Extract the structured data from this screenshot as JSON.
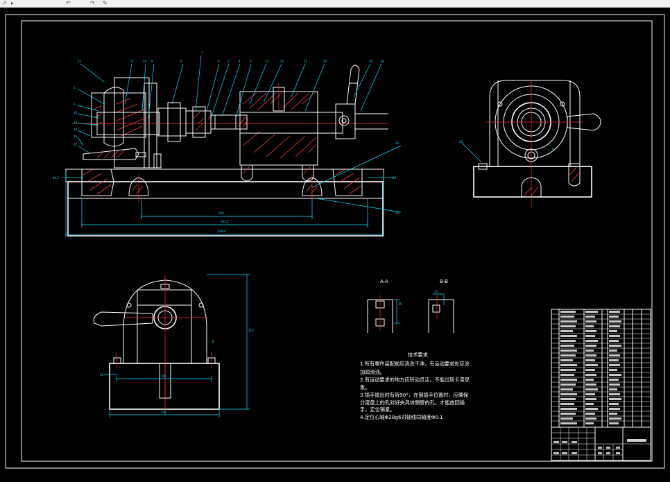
{
  "toolbar": {
    "icons": [
      "arrow-icon",
      "pointer-icon",
      "undo-icon",
      "redo-icon",
      "tool-icon"
    ]
  },
  "drawing": {
    "section_aa": "A-A",
    "section_bb": "B-B",
    "tech_title": "技术要求",
    "tech_lines": [
      "1.所有零件装配前应清洗干净，有运动要求处应涂",
      "加润滑油。",
      "2.有运动要求的地方应转动灵活，不能出现卡滞现",
      "象。",
      "3.插手拔出时有转90°，在钢插手位置时，应确保",
      "分度盘上的孔对好夹具体侧壁的孔，才能放回插",
      "手，定位销紧。",
      "4.定位心轴Φ28g6对轴线同轴度Φ0.1"
    ]
  },
  "colors": {
    "background": "#000000",
    "outline": "#ffffff",
    "dimension": "#00e5ff",
    "centerline": "#ff3030",
    "hatch": "#ff4040",
    "break_line": "#00d000"
  }
}
